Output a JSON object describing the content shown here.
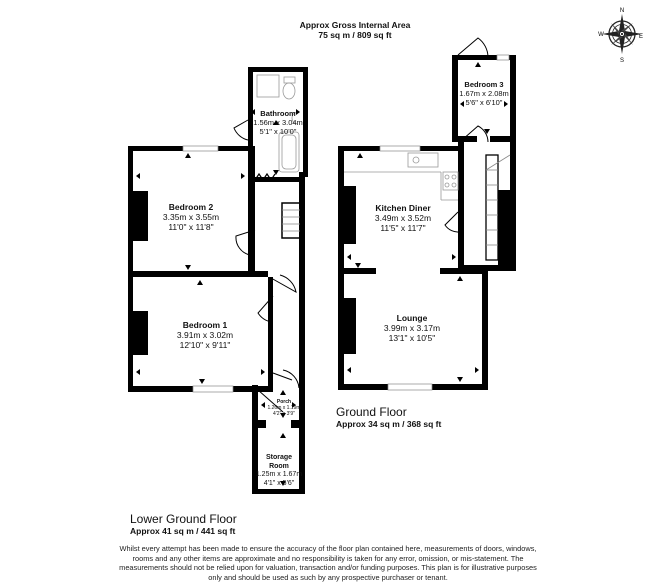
{
  "header": {
    "gross_area_title": "Approx Gross Internal Area",
    "gross_area_value": "75 sq m / 809 sq ft"
  },
  "compass": {
    "icon": "compass-rose-icon",
    "north": "N",
    "south": "S",
    "east": "E",
    "west": "W"
  },
  "floors": [
    {
      "title": "Lower Ground Floor",
      "area": "Approx 41 sq m / 441 sq ft",
      "rooms": [
        {
          "name": "Bathroom",
          "metric": "1.56m x 3.04m",
          "imperial": "5'1\" x 10'0\""
        },
        {
          "name": "Bedroom 2",
          "metric": "3.35m x 3.55m",
          "imperial": "11'0\" x 11'8\""
        },
        {
          "name": "Bedroom 1",
          "metric": "3.91m x 3.02m",
          "imperial": "12'10\" x 9'11\""
        },
        {
          "name": "Porch",
          "metric": "1.26m x 1.19m",
          "imperial": "4'2\" x 3'9\""
        },
        {
          "name": "Storage Room",
          "name_line1": "Storage",
          "name_line2": "Room",
          "metric": "1.25m x 1.67m",
          "imperial": "4'1\" x 5'6\""
        }
      ]
    },
    {
      "title": "Ground Floor",
      "area": "Approx 34 sq m / 368 sq ft",
      "rooms": [
        {
          "name": "Bedroom 3",
          "metric": "1.67m x 2.08m",
          "imperial": "5'6\" x 6'10\""
        },
        {
          "name": "Kitchen Diner",
          "metric": "3.49m x 3.52m",
          "imperial": "11'5\" x 11'7\""
        },
        {
          "name": "Lounge",
          "metric": "3.99m x 3.17m",
          "imperial": "13'1\" x 10'5\""
        }
      ]
    }
  ],
  "disclaimer": "Whilst every attempt has been made to ensure the accuracy of the floor plan contained here, measurements of doors, windows, rooms and any other items are approximate and no responsibility is taken for any error, omission, or mis-statement. The measurements should not be relied upon for valuation, transaction and/or funding purposes. This plan is for illustrative purposes only and should be used as such by any prospective purchaser or tenant.",
  "colors": {
    "wall": "#000000",
    "fixture": "#9a9a9a",
    "background": "#ffffff"
  }
}
